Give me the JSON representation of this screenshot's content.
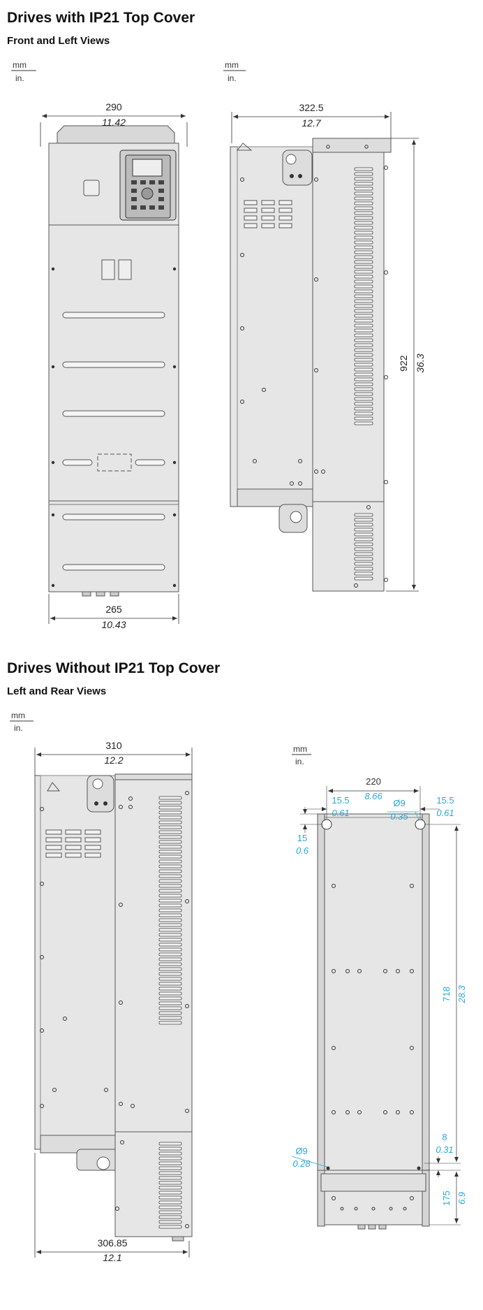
{
  "section1": {
    "title": "Drives with IP21 Top Cover",
    "subtitle": "Front and Left Views",
    "unit_front": {
      "top": "mm",
      "bottom": "in."
    },
    "unit_left": {
      "top": "mm",
      "bottom": "in."
    },
    "front_width": {
      "mm": "290",
      "in": "11.42"
    },
    "front_bottom": {
      "mm": "265",
      "in": "10.43"
    },
    "left_depth": {
      "mm": "322.5",
      "in": "12.7"
    },
    "left_height": {
      "mm": "922",
      "in": "36.3"
    }
  },
  "section2": {
    "title": "Drives Without IP21 Top Cover",
    "subtitle": "Left and Rear Views",
    "unit_left": {
      "top": "mm",
      "bottom": "in."
    },
    "unit_rear": {
      "top": "mm",
      "bottom": "in."
    },
    "left_depth": {
      "mm": "310",
      "in": "12.2"
    },
    "left_bottom": {
      "mm": "306.85",
      "in": "12.1"
    },
    "rear_width": {
      "mm": "220",
      "in": "8.66"
    },
    "rear_edge_left": {
      "mm": "15.5",
      "in": "0.61"
    },
    "rear_edge_right": {
      "mm": "15.5",
      "in": "0.61"
    },
    "rear_hole_top": {
      "mm": "Ø9",
      "in": "0.35"
    },
    "rear_top_offset": {
      "mm": "15",
      "in": "0.6"
    },
    "rear_hole_bottom": {
      "mm": "Ø9",
      "in": "0.28"
    },
    "rear_height": {
      "mm": "718",
      "in": "28.3"
    },
    "rear_gap": {
      "mm": "8",
      "in": "0.31"
    },
    "rear_bottom": {
      "mm": "175",
      "in": "6.9"
    }
  },
  "colors": {
    "body": "#e6e6e6",
    "outline": "#555555",
    "dimension_blue": "#2aa6d6"
  }
}
